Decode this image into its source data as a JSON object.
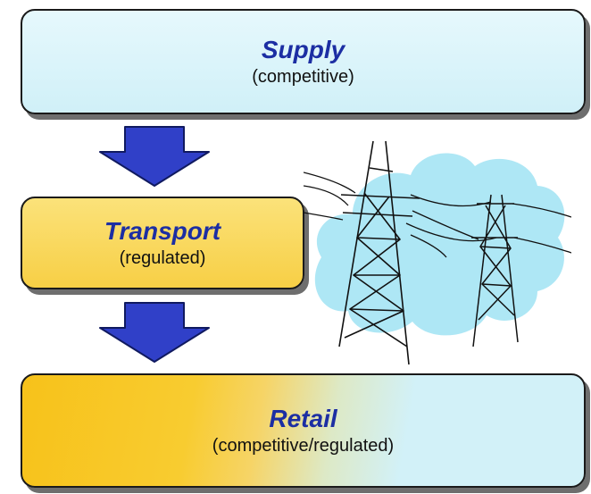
{
  "supply": {
    "title": "Supply",
    "subtitle": "(competitive)"
  },
  "transport": {
    "title": "Transport",
    "subtitle": "(regulated)"
  },
  "retail": {
    "title": "Retail",
    "subtitle": "(competitive/regulated)"
  },
  "colors": {
    "title_text": "#1c2ea3",
    "arrow_fill": "#3040c8",
    "supply_fill": "#d6f2f9",
    "transport_fill": "#f8d24f",
    "retail_fill_left": "#f7c21a",
    "retail_fill_right": "#d2f1f8",
    "cloud_fill": "#aee7f5"
  },
  "icons": {
    "arrow_1": "down-arrow-icon",
    "arrow_2": "down-arrow-icon",
    "clipart": "power-pylons-icon"
  }
}
